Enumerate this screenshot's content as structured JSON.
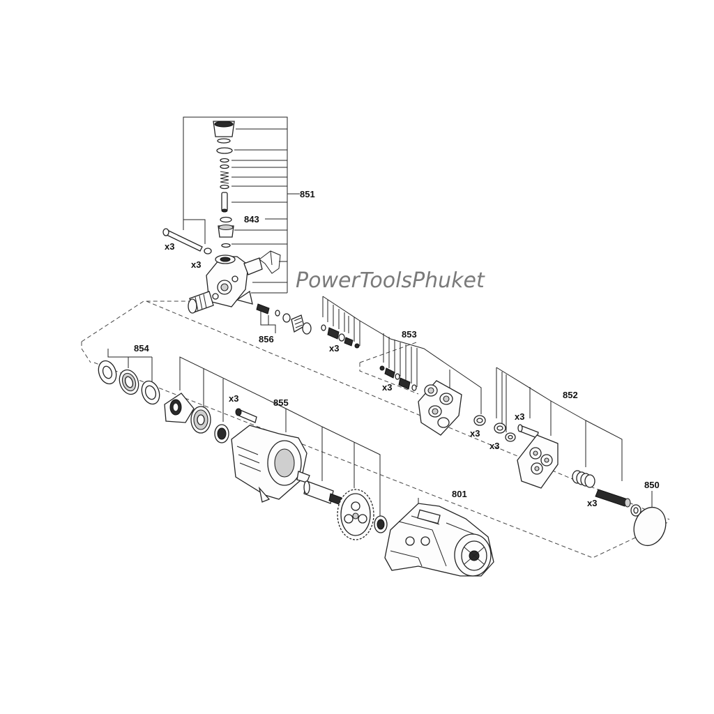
{
  "watermark": "PowerToolsPhuket",
  "labels": {
    "p851": "851",
    "p843": "843",
    "p856": "856",
    "p853": "853",
    "p854": "854",
    "p855": "855",
    "p852": "852",
    "p850": "850",
    "p801": "801"
  },
  "multipliers": {
    "bolt_top": "x3",
    "washer_top": "x3",
    "m853_a": "x3",
    "m853_b": "x3",
    "m853_c": "x3",
    "m855": "x3",
    "m852_bolt": "x3",
    "m852_a": "x3",
    "m852_b": "x3"
  }
}
